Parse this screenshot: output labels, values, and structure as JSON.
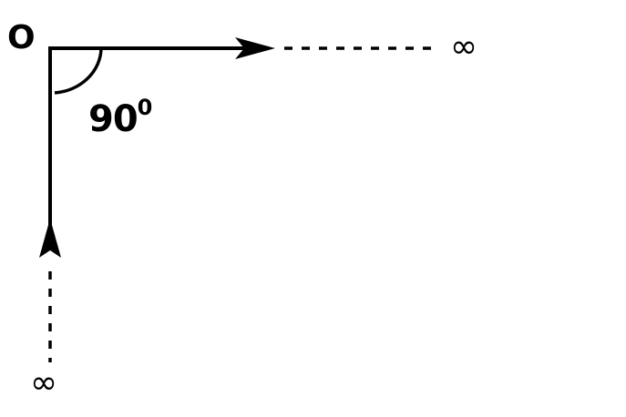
{
  "origin_label": "O",
  "angle_value": "90",
  "angle_superscript": "0",
  "infinity_right": "∞",
  "infinity_bottom": "∞",
  "line_color": "#000000"
}
